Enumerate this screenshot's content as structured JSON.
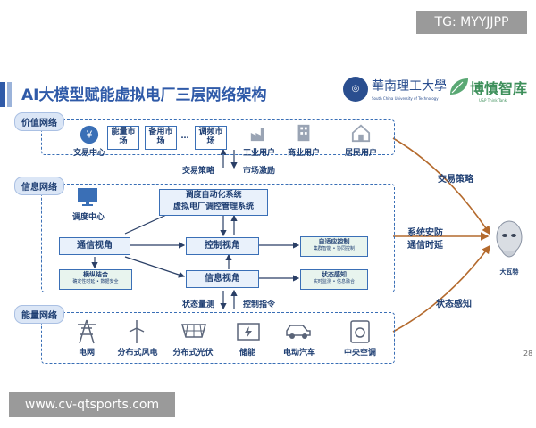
{
  "watermarks": {
    "top": "TG: MYYJJPP",
    "bottom": "www.cv-qtsports.com"
  },
  "slide": {
    "title": "AI大模型赋能虚拟电厂三层网络架构",
    "page_number": "28"
  },
  "logos": {
    "university_name": "華南理工大學",
    "university_en": "South China University of Technology",
    "think_tank_name": "博慎智库",
    "think_tank_en": "U&P Think Tank"
  },
  "layers": {
    "value": {
      "tag": "价值网络",
      "trading_center": "交易中心",
      "markets": [
        "能量市场",
        "备用市场",
        "调频市场"
      ],
      "ellipsis": "…",
      "users": [
        "工业用户",
        "商业用户",
        "居民用户"
      ]
    },
    "info": {
      "tag": "信息网络",
      "dispatch_center": "调度中心",
      "automation_system": [
        "调度自动化系统",
        "虚拟电厂调控管理系统"
      ],
      "comm_view": "通信视角",
      "control_view": "控制视角",
      "info_view": "信息视角",
      "vertical_horizontal": "横纵结合",
      "vh_sub": "确定性时延 • 数据安全",
      "adaptive_control": "自适应控制",
      "ac_sub": "集群智能 • 协同控制",
      "state_sensing": "状态感知",
      "ss_sub": "实时监测 • 信息融合"
    },
    "energy": {
      "tag": "能量网络",
      "items": [
        "电网",
        "分布式风电",
        "分布式光伏",
        "储能",
        "电动汽车",
        "中央空调"
      ]
    }
  },
  "flows": {
    "trading_strategy": "交易策略",
    "market_incentive": "市场激励",
    "state_measurement": "状态量测",
    "control_command": "控制指令"
  },
  "ai_agent": {
    "name": "大瓦特",
    "links": [
      "交易策略",
      "系统安防",
      "通信时延",
      "状态感知"
    ]
  },
  "colors": {
    "accent": "#2f5aa8",
    "connector": "#b46a2d",
    "dash": "#3a6fb6"
  }
}
